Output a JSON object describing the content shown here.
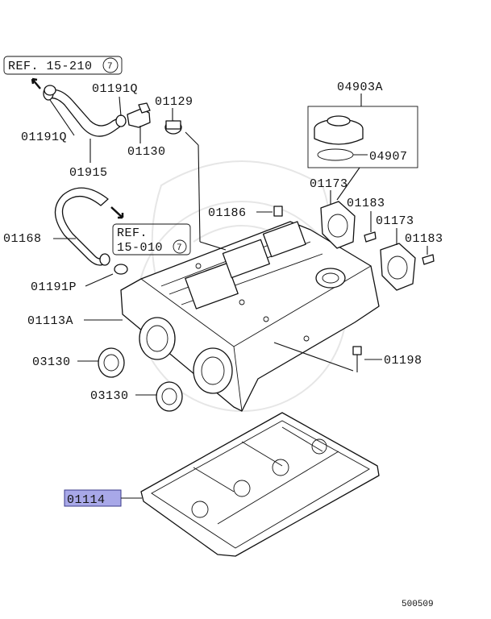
{
  "labels": {
    "ref_top": "REF. 15-210",
    "ref_top_circle": "7",
    "p01191q_a": "01191Q",
    "p01191q_b": "01191Q",
    "p01129": "01129",
    "p01130": "01130",
    "p01915": "01915",
    "p04903a": "04903A",
    "p04907": "04907",
    "p01173_a": "01173",
    "p01183_a": "01183",
    "p01173_b": "01173",
    "p01183_b": "01183",
    "p01186": "01186",
    "p01168": "01168",
    "ref_mid_line1": "REF.",
    "ref_mid_line2": "15-010",
    "ref_mid_circle": "7",
    "p01191p": "01191P",
    "p01113a": "01113A",
    "p03130_a": "03130",
    "p03130_b": "03130",
    "p01198": "01198",
    "p01114": "01114",
    "diagram_id": "500509"
  },
  "colors": {
    "highlight": "#a8a8e8",
    "ink": "#111111"
  }
}
